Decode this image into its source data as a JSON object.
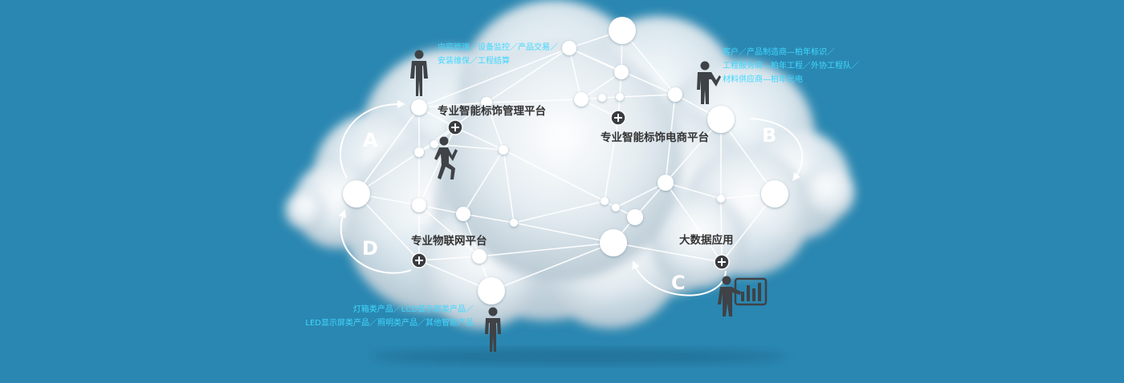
{
  "colors": {
    "background": "#2a87b1",
    "node": "#ffffff",
    "plus_marker": "#3a3d40",
    "info_text": "#3fd8ff",
    "platform_label": "#333333",
    "person_icon": "#3f4246"
  },
  "platforms": {
    "management": "专业智能标饰管理平台",
    "ecommerce": "专业智能标饰电商平台",
    "iot": "专业物联网平台",
    "bigdata": "大数据应用"
  },
  "info": {
    "top_line1": "内容管理／设备监控／产品交易／",
    "top_line2": "安装维保／工程结算",
    "right_line1": "客户／产品制造商—柏年标识／",
    "right_line2": "工程服务商—柏年工程／外协工程队／",
    "right_line3": "材料供应商—柏年光电",
    "bottom_line1": "灯箱类产品／LCD显示屏类产品／",
    "bottom_line2": "LED显示屏类产品／照明类产品／其他智能产品"
  },
  "cycle_letters": {
    "a": "A",
    "b": "B",
    "c": "C",
    "d": "D"
  },
  "icons": {
    "person": "person-icon",
    "climber": "climbing-person-icon",
    "presenter": "presenting-person-icon",
    "chart": "bar-chart-board-icon",
    "plus": "plus-circle-icon"
  }
}
